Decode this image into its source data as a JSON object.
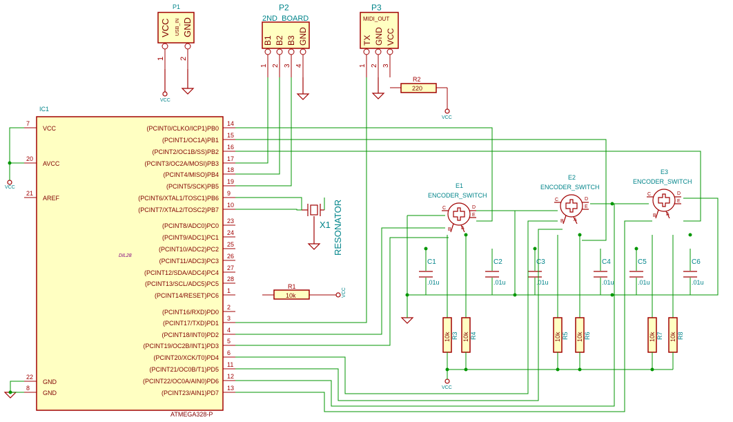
{
  "ic1": {
    "ref": "IC1",
    "value": "ATMEGA328-P",
    "footprint": "DIL28",
    "left_pins": [
      {
        "num": "7",
        "name": "VCC"
      },
      {
        "num": "20",
        "name": "AVCC"
      },
      {
        "num": "21",
        "name": "AREF"
      },
      {
        "num": "22",
        "name": "GND"
      },
      {
        "num": "8",
        "name": "GND"
      }
    ],
    "right_pins": [
      {
        "num": "14",
        "name": "(PCINT0/CLKO/ICP1)PB0"
      },
      {
        "num": "15",
        "name": "(PCINT1/OC1A)PB1"
      },
      {
        "num": "16",
        "name": "(PCINT2/OC1B/SS)PB2"
      },
      {
        "num": "17",
        "name": "(PCINT3/OC2A/MOSI)PB3"
      },
      {
        "num": "18",
        "name": "(PCINT4/MISO)PB4"
      },
      {
        "num": "19",
        "name": "(PCINT5/SCK)PB5"
      },
      {
        "num": "9",
        "name": "(PCINT6/XTAL1/TOSC1)PB6"
      },
      {
        "num": "10",
        "name": "(PCINT7/XTAL2/TOSC2)PB7"
      },
      {
        "num": "23",
        "name": "(PCINT8/ADC0)PC0"
      },
      {
        "num": "24",
        "name": "(PCINT9/ADC1)PC1"
      },
      {
        "num": "25",
        "name": "(PCINT10/ADC2)PC2"
      },
      {
        "num": "26",
        "name": "(PCINT11/ADC3)PC3"
      },
      {
        "num": "27",
        "name": "(PCINT12/SDA/ADC4)PC4"
      },
      {
        "num": "28",
        "name": "(PCINT13/SCL/ADC5)PC5"
      },
      {
        "num": "1",
        "name": "(PCINT14/RESET)PC6"
      },
      {
        "num": "2",
        "name": "(PCINT16/RXD)PD0"
      },
      {
        "num": "3",
        "name": "(PCINT17/TXD)PD1"
      },
      {
        "num": "4",
        "name": "(PCINT18/INT0)PD2"
      },
      {
        "num": "5",
        "name": "(PCINT19/OC2B/INT1)PD3"
      },
      {
        "num": "6",
        "name": "(PCINT20/XCK/T0)PD4"
      },
      {
        "num": "11",
        "name": "(PCINT21/OC0B/T1)PD5"
      },
      {
        "num": "12",
        "name": "(PCINT22/OC0A/AIN0)PD6"
      },
      {
        "num": "13",
        "name": "(PCINT23/AIN1)PD7"
      }
    ]
  },
  "connectors": [
    {
      "ref": "P1",
      "value": "USB_IN",
      "pins": [
        "VCC",
        "GND"
      ]
    },
    {
      "ref": "P2",
      "value": "2ND_BOARD",
      "pins": [
        "B1",
        "B2",
        "B3",
        "GND"
      ]
    },
    {
      "ref": "P3",
      "value": "MIDI_OUT",
      "pins": [
        "TX",
        "GND",
        "VCC"
      ]
    }
  ],
  "resistors": [
    {
      "ref": "R1",
      "value": "10k"
    },
    {
      "ref": "R2",
      "value": "220"
    },
    {
      "ref": "R3",
      "value": "10k"
    },
    {
      "ref": "R4",
      "value": "10k"
    },
    {
      "ref": "R5",
      "value": "10k"
    },
    {
      "ref": "R6",
      "value": "10k"
    },
    {
      "ref": "R7",
      "value": "10k"
    },
    {
      "ref": "R8",
      "value": "10k"
    }
  ],
  "capacitors": [
    {
      "ref": "C1",
      "value": ".01u"
    },
    {
      "ref": "C2",
      "value": ".01u"
    },
    {
      "ref": "C3",
      "value": ".01u"
    },
    {
      "ref": "C4",
      "value": ".01u"
    },
    {
      "ref": "C5",
      "value": ".01u"
    },
    {
      "ref": "C6",
      "value": ".01u"
    }
  ],
  "encoders": [
    {
      "ref": "E1",
      "value": "ENCODER_SWITCH"
    },
    {
      "ref": "E2",
      "value": "ENCODER_SWITCH"
    },
    {
      "ref": "E3",
      "value": "ENCODER_SWITCH"
    }
  ],
  "encoder_pin_letters": [
    "C",
    "D",
    "E",
    "B",
    "A"
  ],
  "resonator": {
    "ref": "X1",
    "value": "RESONATOR"
  },
  "power_label": "VCC",
  "wire_color": "#009600",
  "component_color": "#a00000",
  "component_fill": "#ffffc2"
}
